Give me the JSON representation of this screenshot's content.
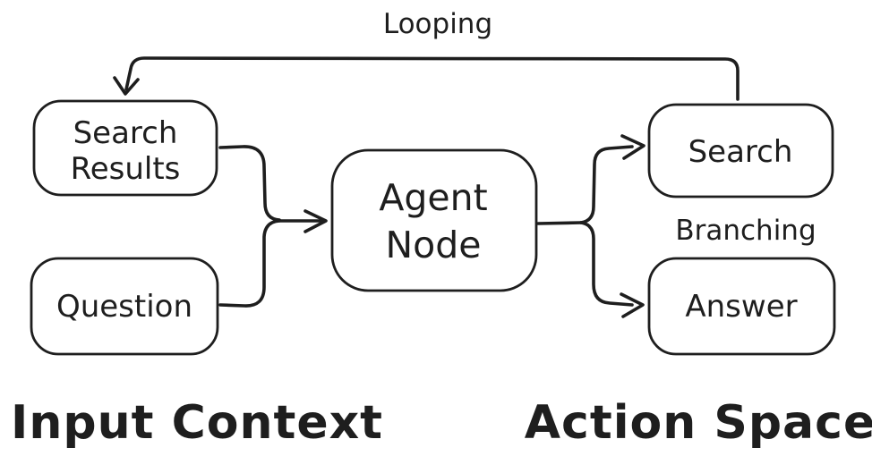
{
  "colors": {
    "ink": "#1e1e1e",
    "background": "#ffffff"
  },
  "diagram": {
    "annotations": {
      "looping": "Looping",
      "branching": "Branching"
    },
    "sections": {
      "input_context": "Input Context",
      "action_space": "Action Space"
    },
    "nodes": {
      "search_results": {
        "line1": "Search",
        "line2": "Results"
      },
      "question": {
        "label": "Question"
      },
      "agent_node": {
        "line1": "Agent",
        "line2": "Node"
      },
      "search": {
        "label": "Search"
      },
      "answer": {
        "label": "Answer"
      }
    },
    "edges": [
      {
        "from": "search_results",
        "to": "agent_node"
      },
      {
        "from": "question",
        "to": "agent_node"
      },
      {
        "from": "agent_node",
        "to": "search",
        "label": "Branching"
      },
      {
        "from": "agent_node",
        "to": "answer",
        "label": "Branching"
      },
      {
        "from": "search",
        "to": "search_results",
        "label": "Looping"
      }
    ]
  }
}
